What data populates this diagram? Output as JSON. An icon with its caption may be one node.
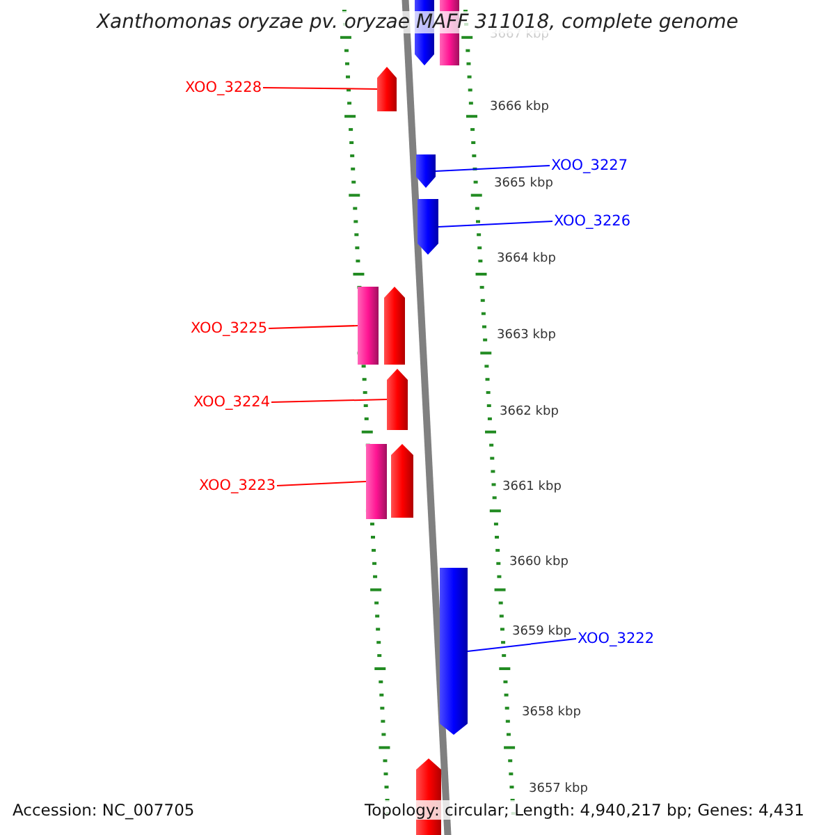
{
  "diagram": {
    "title": "Xanthomonas oryzae pv. oryzae MAFF 311018, complete genome",
    "nodes": [
      {
        "text": [],
        "shape": "pentagon"
      },
      {
        "text": [],
        "shape": "box"
      },
      {
        "text": [
          "XOO_3228"
        ]
      },
      {
        "text": [],
        "shape": "pentagon"
      },
      {
        "text": [
          "XOO_3227"
        ]
      },
      {
        "text": [],
        "shape": "pentagon"
      },
      {
        "text": [
          "XOO_3226"
        ]
      },
      {
        "text": [],
        "shape": "pentagon"
      },
      {
        "text": [
          "XOO_3225"
        ]
      },
      {
        "text": [],
        "shape": "box"
      },
      {
        "text": [],
        "shape": "pentagon"
      },
      {
        "text": [
          "XOO_3224"
        ]
      },
      {
        "text": [],
        "shape": "pentagon"
      },
      {
        "text": [
          "XOO_3223"
        ]
      },
      {
        "text": [],
        "shape": "box"
      },
      {
        "text": [],
        "shape": "pentagon"
      },
      {
        "text": [
          "XOO_3222"
        ]
      },
      {
        "text": [],
        "shape": "pentagon"
      },
      {
        "text": [],
        "shape": "pentagon"
      }
    ],
    "edges": [
      {
        "from": 2,
        "to": 3,
        "arrow": "none"
      },
      {
        "from": 4,
        "to": 5,
        "arrow": "none",
        "color": "#0000ff"
      },
      {
        "from": 6,
        "to": 7,
        "arrow": "none",
        "color": "#0000ff"
      },
      {
        "from": 8,
        "to": 9,
        "arrow": "none"
      },
      {
        "from": 11,
        "to": 12,
        "arrow": "none"
      },
      {
        "from": 13,
        "to": 14,
        "arrow": "none"
      },
      {
        "from": 16,
        "to": 17,
        "arrow": "none",
        "color": "#0000ff"
      }
    ],
    "labels": [
      "3667 kbp",
      "3666 kbp",
      "3665 kbp",
      "3664 kbp",
      "3663 kbp",
      "3662 kbp",
      "3661 kbp",
      "3660 kbp",
      "3659 kbp",
      "3658 kbp",
      "3657 kbp",
      "Accession: NC_007705",
      "Topology: circular; Length: 4,940,217 bp; Genes: 4,431"
    ]
  }
}
